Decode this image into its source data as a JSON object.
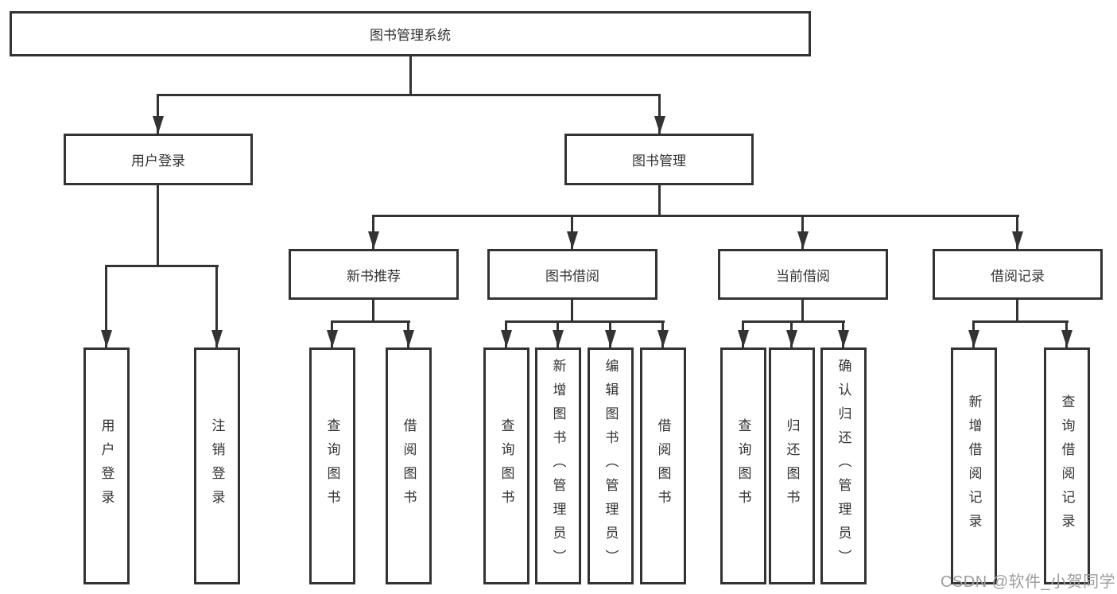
{
  "root": {
    "label": "图书管理系统"
  },
  "user_login_branch": {
    "label": "用户登录",
    "children": [
      {
        "label": "用户登录"
      },
      {
        "label": "注销登录"
      }
    ]
  },
  "book_management_branch": {
    "label": "图书管理",
    "children": [
      {
        "label": "新书推荐",
        "children": [
          {
            "label": "查询图书"
          },
          {
            "label": "借阅图书"
          }
        ]
      },
      {
        "label": "图书借阅",
        "children": [
          {
            "label": "查询图书"
          },
          {
            "label": "新增图书（管理员）"
          },
          {
            "label": "编辑图书（管理员）"
          },
          {
            "label": "借阅图书"
          }
        ]
      },
      {
        "label": "当前借阅",
        "children": [
          {
            "label": "查询图书"
          },
          {
            "label": "归还图书"
          },
          {
            "label": "确认归还（管理员）"
          }
        ]
      },
      {
        "label": "借阅记录",
        "children": [
          {
            "label": "新增借阅记录"
          },
          {
            "label": "查询借阅记录"
          }
        ]
      }
    ]
  },
  "watermark": {
    "text": "CSDN @软件_小贺同学"
  },
  "colors": {
    "line": "#333333",
    "node_border": "#333333",
    "text": "#333333",
    "background": "#ffffff",
    "watermark_text": "#9e9e9e"
  }
}
